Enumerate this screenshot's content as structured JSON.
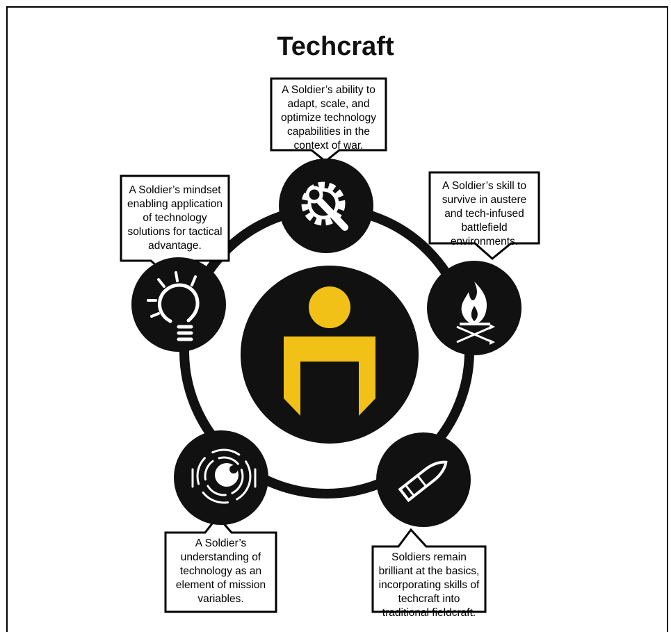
{
  "title": "Techcraft",
  "colors": {
    "hub": "#111111",
    "accent": "#f2c118",
    "stroke": "#000000",
    "icon": "#ffffff"
  },
  "center": {
    "icon": "soldier-icon"
  },
  "nodes": [
    {
      "id": "top",
      "icon": "gear-wrench-icon",
      "text": "A Soldier’s ability to adapt, scale, and optimize technology capabilities in the context of war."
    },
    {
      "id": "left",
      "icon": "lightbulb-icon",
      "text": "A Soldier’s mindset enabling application of technology solutions for tactical advantage."
    },
    {
      "id": "right",
      "icon": "campfire-arrows-icon",
      "text": "A Soldier’s skill to survive in austere and tech-infused battlefield environments."
    },
    {
      "id": "bottom-left",
      "icon": "eye-target-icon",
      "text": "A Soldier’s understanding of technology as an element of mission variables."
    },
    {
      "id": "bottom-right",
      "icon": "bullet-icon",
      "text": "Soldiers remain brilliant at the basics, incorporating skills of techcraft into traditional fieldcraft."
    }
  ]
}
